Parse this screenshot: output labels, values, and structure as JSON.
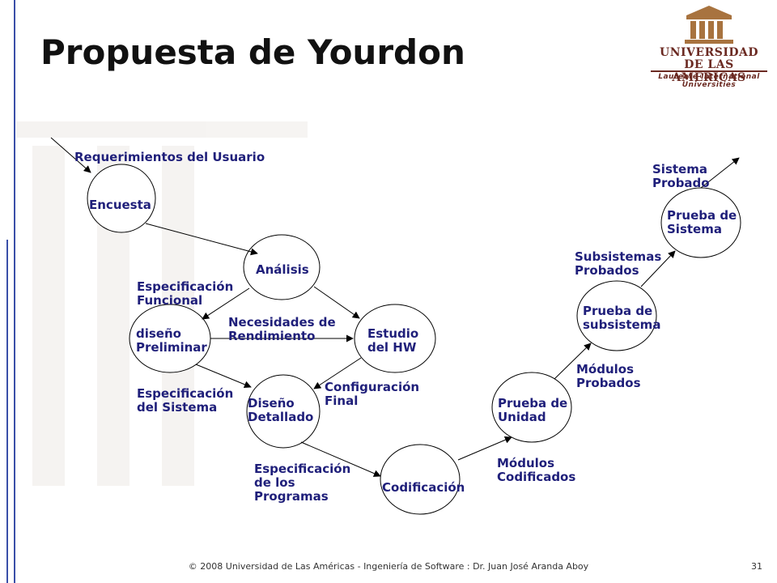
{
  "title": "Propuesta de Yourdon",
  "logo": {
    "line1": "UNIVERSIDAD",
    "line2": "DE LAS AMERICAS",
    "line3": "Laureate International Universities"
  },
  "nodes": {
    "encuesta": "Encuesta",
    "analisis": "Análisis",
    "diseno_preliminar": "diseño\nPreliminar",
    "estudio_hw": "Estudio\ndel HW",
    "diseno_detallado": "Diseño\nDetallado",
    "codificacion": "Codificación",
    "prueba_unidad": "Prueba de\nUnidad",
    "prueba_subsistema": "Prueba de\nsubsistema",
    "prueba_sistema": "Prueba de\nSistema"
  },
  "flows": {
    "requerimientos": "Requerimientos del Usuario",
    "especificacion_funcional": "Especificación\nFuncional",
    "necesidades_rendimiento": "Necesidades de\nRendimiento",
    "especificacion_sistema": "Especificación\ndel Sistema",
    "configuracion_final": "Configuración\nFinal",
    "especificacion_programas": "Especificación\nde los\nProgramas",
    "modulos_codificados": "Módulos\nCodificados",
    "modulos_probados": "Módulos\nProbados",
    "subsistemas_probados": "Subsistemas\nProbados",
    "sistema_probado": "Sistema\nProbado"
  },
  "footer": {
    "text": "© 2008 Universidad de  Las Américas  - Ingeniería de Software : Dr. Juan José Aranda Aboy",
    "page": "31"
  }
}
